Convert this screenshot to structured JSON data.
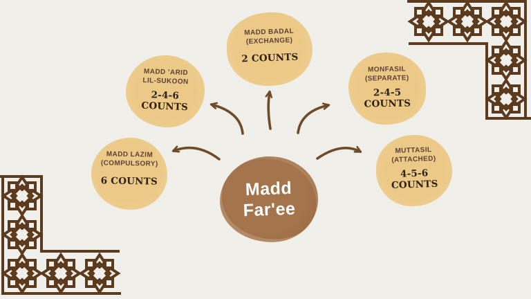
{
  "canvas": {
    "background": "#f0efe9"
  },
  "colors": {
    "node_fill": "#ecc987",
    "node_rim_highlight": "#f5e2b3",
    "node_title_text": "#5d4136",
    "node_counts_text": "#2d2014",
    "center_fill": "#9e6f46",
    "center_text": "#ffffff",
    "arrow": "#6f4c28",
    "ornament": "#5b3a1d"
  },
  "center_node": {
    "line1": "Madd",
    "line2": "Far'ee"
  },
  "nodes": [
    {
      "title": "MADD BADAL",
      "subtitle": "(EXCHANGE)",
      "counts": "2 COUNTS"
    },
    {
      "title": "MADD ’ARID",
      "subtitle": "LIL-SUKOON",
      "counts": "2-4-6 COUNTS"
    },
    {
      "title": "MONFASIL",
      "subtitle": "(SEPARATE)",
      "counts": "2-4-5 COUNTS"
    },
    {
      "title": "MADD LAZIM",
      "subtitle": "(COMPULSORY)",
      "counts": "6 COUNTS"
    },
    {
      "title": "MUTTASIL",
      "subtitle": "(ATTACHED)",
      "counts": "4-5-6 COUNTS"
    }
  ],
  "decor": {
    "top_right": "islamic-geometric-star-corner-border",
    "bottom_left": "islamic-geometric-star-corner-border",
    "arrows": [
      "up",
      "upper-left",
      "upper-right",
      "left",
      "right"
    ]
  }
}
